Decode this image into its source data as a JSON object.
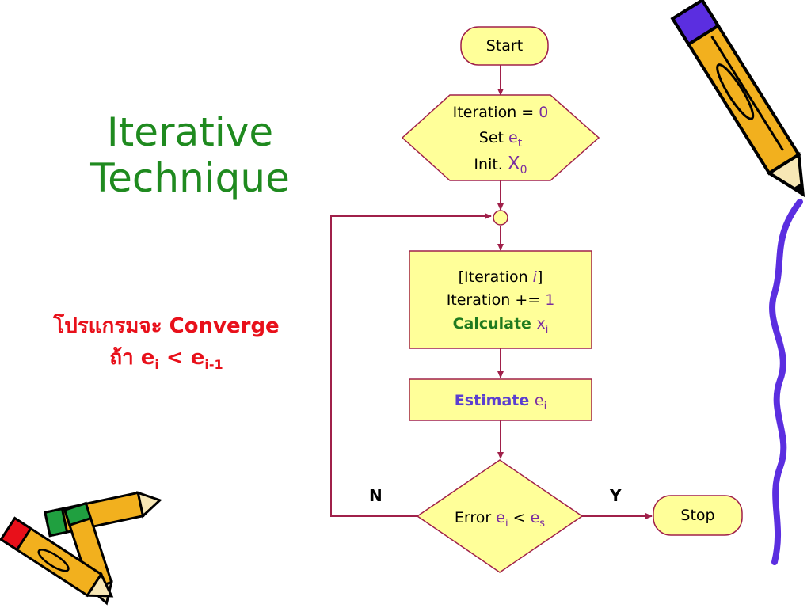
{
  "slide": {
    "title_line1": "Iterative",
    "title_line2": "Technique",
    "note_line1": "โปรแกรมจะ Converge",
    "note_prefix": "ถ้า  e",
    "note_sub1": "i",
    "note_mid": " < e",
    "note_sub2": "i-1"
  },
  "flowchart": {
    "start": "Start",
    "init": {
      "line1_label": "Iteration = ",
      "line1_value": "0",
      "line2_label": "Set ",
      "line2_var": "e",
      "line2_sub": "t",
      "line3_label": "Init. ",
      "line3_var": "X",
      "line3_sub": "0"
    },
    "process": {
      "line1_open": "[Iteration ",
      "line1_var": "i",
      "line1_close": "]",
      "line2_label": "Iteration += ",
      "line2_value": "1",
      "line3_label": "Calculate ",
      "line3_var": "x",
      "line3_sub": "i"
    },
    "estimate": {
      "label": "Estimate ",
      "var": "e",
      "sub": "i"
    },
    "decision": {
      "label": "Error ",
      "var1": "e",
      "sub1": "i",
      "op": " < ",
      "var2": "e",
      "sub2": "s"
    },
    "no_label": "N",
    "yes_label": "Y",
    "stop": "Stop"
  },
  "colors": {
    "node_fill": "#ffff99",
    "line": "#a0204a",
    "title": "#1f8a1f",
    "note": "#e8101a",
    "side_wave": "#5b2ee0"
  }
}
